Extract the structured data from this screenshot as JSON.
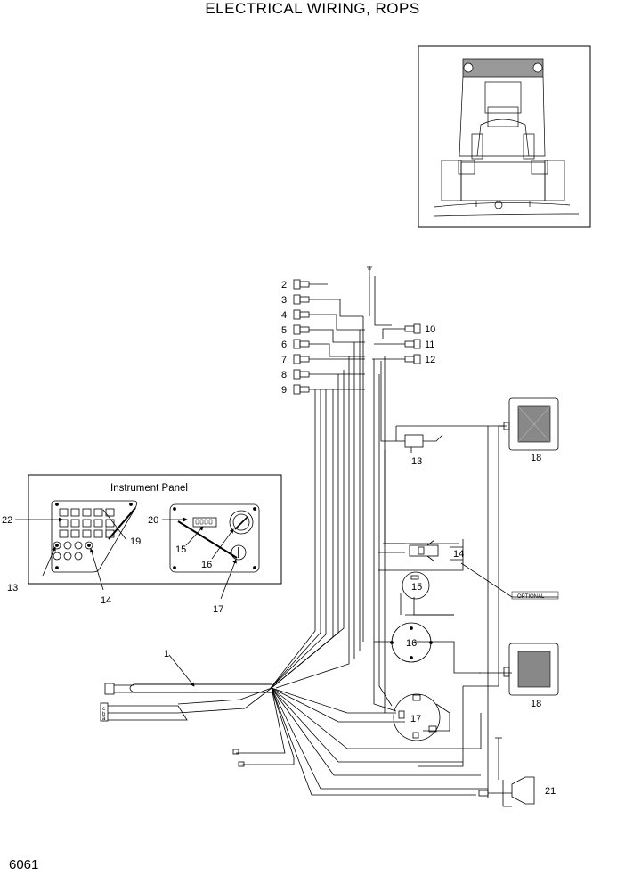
{
  "title": "ELECTRICAL WIRING, ROPS",
  "page_number": "6061",
  "panel": {
    "title": "Instrument Panel"
  },
  "labels": {
    "c1": "1",
    "c2": "2",
    "c3": "3",
    "c4": "4",
    "c5": "5",
    "c6": "6",
    "c7": "7",
    "c8": "8",
    "c9": "9",
    "c10": "10",
    "c11": "11",
    "c12": "12",
    "c13a": "13",
    "c13b": "13",
    "c14a": "14",
    "c14b": "14",
    "c15a": "15",
    "c15b": "15",
    "c16a": "16",
    "c16b": "16",
    "c17a": "17",
    "c17b": "17",
    "c18a": "18",
    "c18b": "18",
    "c19": "19",
    "c20": "20",
    "c21": "21",
    "c22": "22",
    "optional": "OPTIONAL"
  }
}
